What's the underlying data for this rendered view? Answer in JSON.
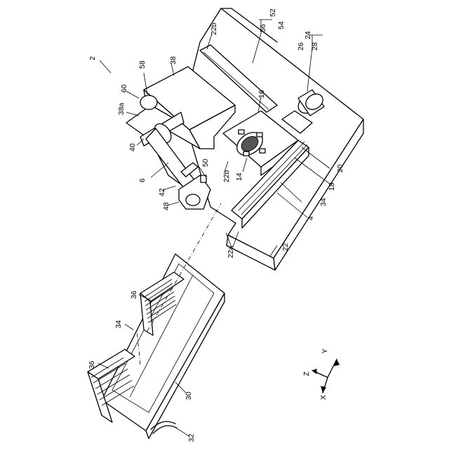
{
  "figure": {
    "labels": {
      "l2": "2",
      "l52": "52",
      "l56": "56",
      "l54": "54",
      "l24": "24",
      "l26": "26",
      "l28": "28",
      "l22b_top": "22b",
      "l38": "38",
      "l58": "58",
      "l60": "60",
      "l38a": "38a",
      "l16": "16",
      "l40": "40",
      "l6": "6",
      "l50": "50",
      "l22b_mid": "22b",
      "l14": "14",
      "l20": "20",
      "l18": "18",
      "l34_right": "34",
      "l4": "4",
      "l42": "42",
      "l48": "48",
      "l22a": "22a",
      "l22": "22",
      "l36_right": "36",
      "l34_left": "34",
      "l36_left": "36",
      "l30": "30",
      "l32": "32",
      "axis_y": "Y",
      "axis_z": "Z",
      "axis_x": "X"
    }
  }
}
